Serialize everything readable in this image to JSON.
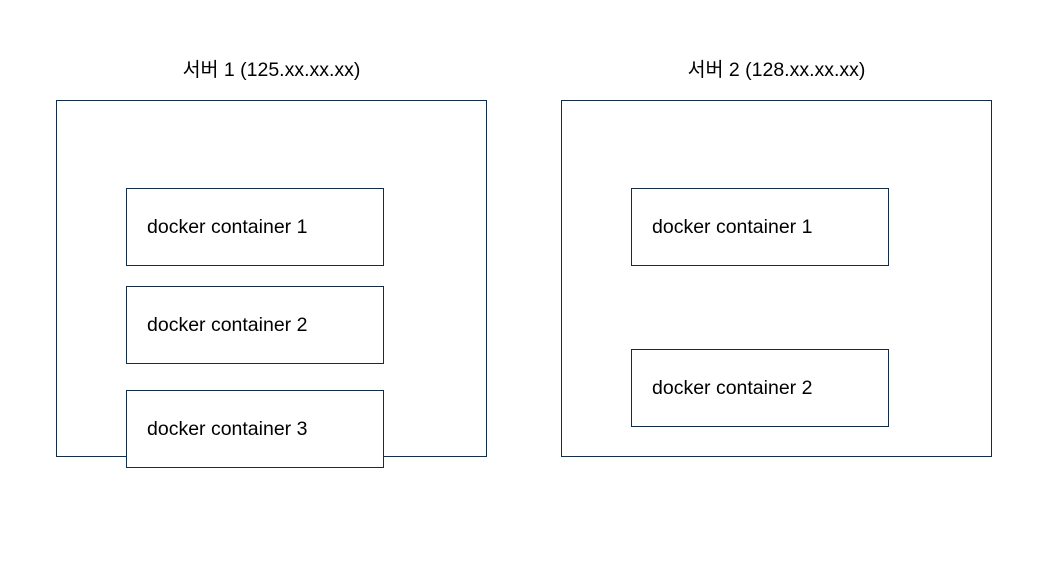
{
  "diagram": {
    "type": "block-diagram",
    "background_color": "#ffffff",
    "border_color": "#132c47",
    "text_color": "#000000",
    "servers": [
      {
        "id": "server-1",
        "title": "서버 1 (125.xx.xx.xx)",
        "containers": [
          {
            "label": "docker container 1"
          },
          {
            "label": "docker container 2"
          },
          {
            "label": "docker container 3"
          }
        ]
      },
      {
        "id": "server-2",
        "title": "서버 2 (128.xx.xx.xx)",
        "containers": [
          {
            "label": "docker container 1"
          },
          {
            "label": "docker container 2"
          }
        ]
      }
    ]
  }
}
